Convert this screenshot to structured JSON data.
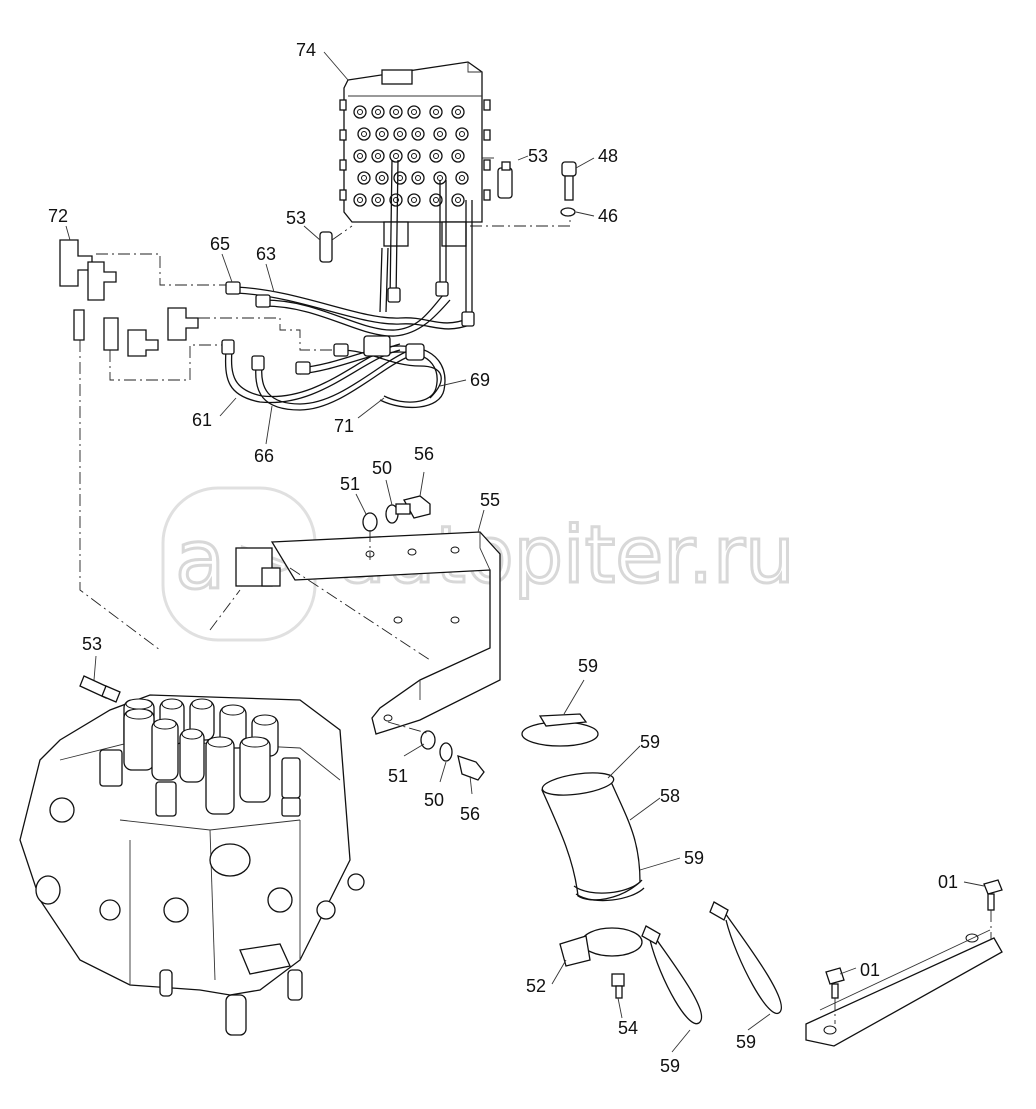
{
  "watermark": {
    "text": "autopiter.ru"
  },
  "callouts": [
    {
      "id": "74",
      "label": "74"
    },
    {
      "id": "53-top",
      "label": "53"
    },
    {
      "id": "48",
      "label": "48"
    },
    {
      "id": "46",
      "label": "46"
    },
    {
      "id": "72",
      "label": "72"
    },
    {
      "id": "65",
      "label": "65"
    },
    {
      "id": "63",
      "label": "63"
    },
    {
      "id": "53-left",
      "label": "53"
    },
    {
      "id": "69",
      "label": "69"
    },
    {
      "id": "71",
      "label": "71"
    },
    {
      "id": "61",
      "label": "61"
    },
    {
      "id": "66",
      "label": "66"
    },
    {
      "id": "51-top",
      "label": "51"
    },
    {
      "id": "50-top",
      "label": "50"
    },
    {
      "id": "56-top",
      "label": "56"
    },
    {
      "id": "55",
      "label": "55"
    },
    {
      "id": "53-valve",
      "label": "53"
    },
    {
      "id": "59-a",
      "label": "59"
    },
    {
      "id": "59-b",
      "label": "59"
    },
    {
      "id": "58",
      "label": "58"
    },
    {
      "id": "59-c",
      "label": "59"
    },
    {
      "id": "51-bot",
      "label": "51"
    },
    {
      "id": "50-bot",
      "label": "50"
    },
    {
      "id": "56-bot",
      "label": "56"
    },
    {
      "id": "01-a",
      "label": "01"
    },
    {
      "id": "01-b",
      "label": "01"
    },
    {
      "id": "52",
      "label": "52"
    },
    {
      "id": "54",
      "label": "54"
    },
    {
      "id": "59-d",
      "label": "59"
    },
    {
      "id": "59-e",
      "label": "59"
    }
  ]
}
